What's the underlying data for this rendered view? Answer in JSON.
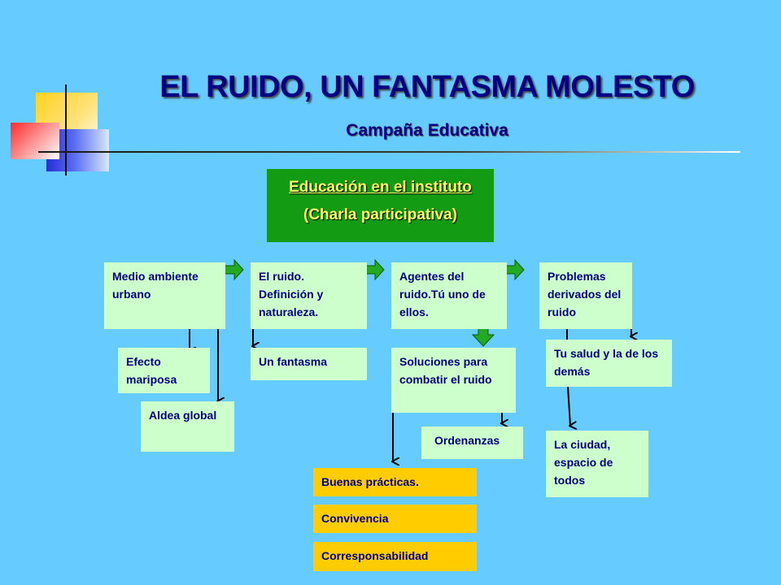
{
  "header": {
    "title": "EL RUIDO, UN FANTASMA MOLESTO",
    "subtitle": "Campaña Educativa"
  },
  "center": {
    "line1": "Educación en el instituto",
    "line2": "(Charla participativa)"
  },
  "topics": [
    "Medio ambiente urbano",
    "El ruido. Definición y naturaleza.",
    "Agentes del ruido.Tú uno de ellos.",
    "Problemas derivados del ruido"
  ],
  "subtopics": {
    "efecto": "Efecto mariposa",
    "aldea": "Aldea global",
    "fantasma": "Un fantasma",
    "soluciones": "Soluciones para combatir el ruido",
    "ordenanzas": "Ordenanzas",
    "salud": "Tu salud y la de los demás",
    "ciudad": "La ciudad, espacio de todos"
  },
  "practices": [
    "Buenas prácticas.",
    "Convivencia",
    "Corresponsabilidad"
  ],
  "colors": {
    "background": "#66ccff",
    "text": "#000080",
    "green_box": "#149b14",
    "light_box": "#ccffcc",
    "yellow_box": "#ffcc00",
    "arrow": "#22aa22"
  }
}
